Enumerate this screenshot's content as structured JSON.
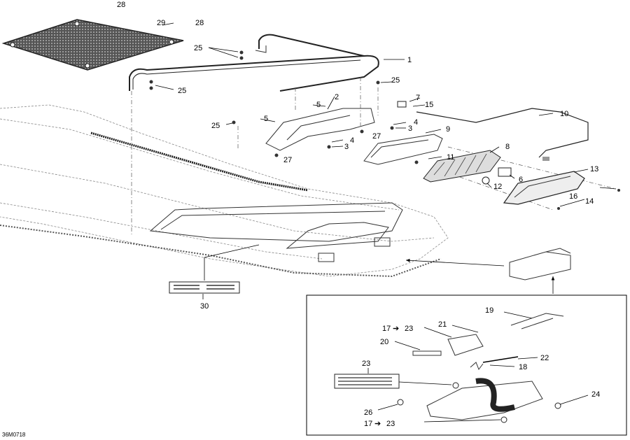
{
  "diagram": {
    "code": "36M0718",
    "callouts": {
      "c1": "1",
      "c2": "2",
      "c3a": "3",
      "c3b": "3",
      "c4a": "4",
      "c4b": "4",
      "c5a": "5",
      "c5b": "5",
      "c6": "6",
      "c7": "7",
      "c8": "8",
      "c9": "9",
      "c10": "10",
      "c11": "11",
      "c12": "12",
      "c13": "13",
      "c14": "14",
      "c15": "15",
      "c16": "16",
      "c17a": "17",
      "c17b": "17",
      "c18": "18",
      "c19": "19",
      "c20": "20",
      "c21": "21",
      "c22": "22",
      "c23": "23",
      "c23a": "23",
      "c23b": "23",
      "c24": "24",
      "c25a": "25",
      "c25b": "25",
      "c25c": "25",
      "c25d": "25",
      "c26": "26",
      "c27a": "27",
      "c27b": "27",
      "c28a": "28",
      "c28b": "28",
      "c29": "29",
      "c30": "30"
    }
  }
}
